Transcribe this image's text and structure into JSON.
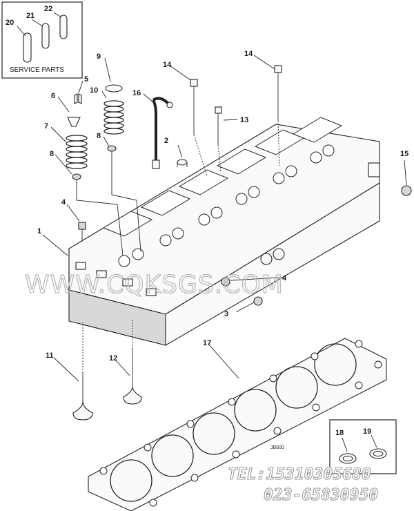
{
  "diagram": {
    "service_box_label": "SERVICE PARTS",
    "gasket_stamp": "JB500",
    "callouts": [
      "1",
      "2",
      "3",
      "4",
      "4",
      "5",
      "6",
      "7",
      "8",
      "8",
      "9",
      "10",
      "11",
      "12",
      "13",
      "14",
      "14",
      "15",
      "16",
      "17",
      "18",
      "19",
      "20",
      "21",
      "22"
    ],
    "watermark": "WWW.CQKSGS.COM",
    "phone_line_1": "TEL:15310305680",
    "phone_line_2": "023-65830950"
  }
}
